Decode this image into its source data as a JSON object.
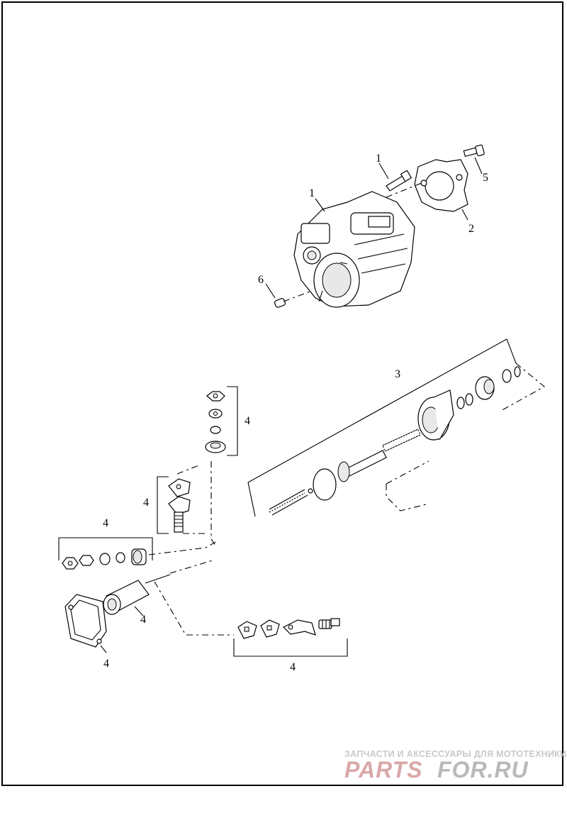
{
  "diagram": {
    "callouts": {
      "c1_bolt": "1",
      "c1_starter": "1",
      "c2": "2",
      "c3": "3",
      "c4_top": "4",
      "c4_mid": "4",
      "c4_left": "4",
      "c4_plunger": "4",
      "c4_cover": "4",
      "c4_bottom": "4",
      "c5": "5",
      "c6": "6"
    }
  },
  "watermark": {
    "tagline": "ЗАПЧАСТИ И АКСЕССУАРЫ ДЛЯ МОТОТЕХНИКИ",
    "logo_left": "PARTS",
    "logo_right": "FOR.RU",
    "logo_color": "#d9a8a8",
    "logo_color_right": "#b9b9b9"
  }
}
